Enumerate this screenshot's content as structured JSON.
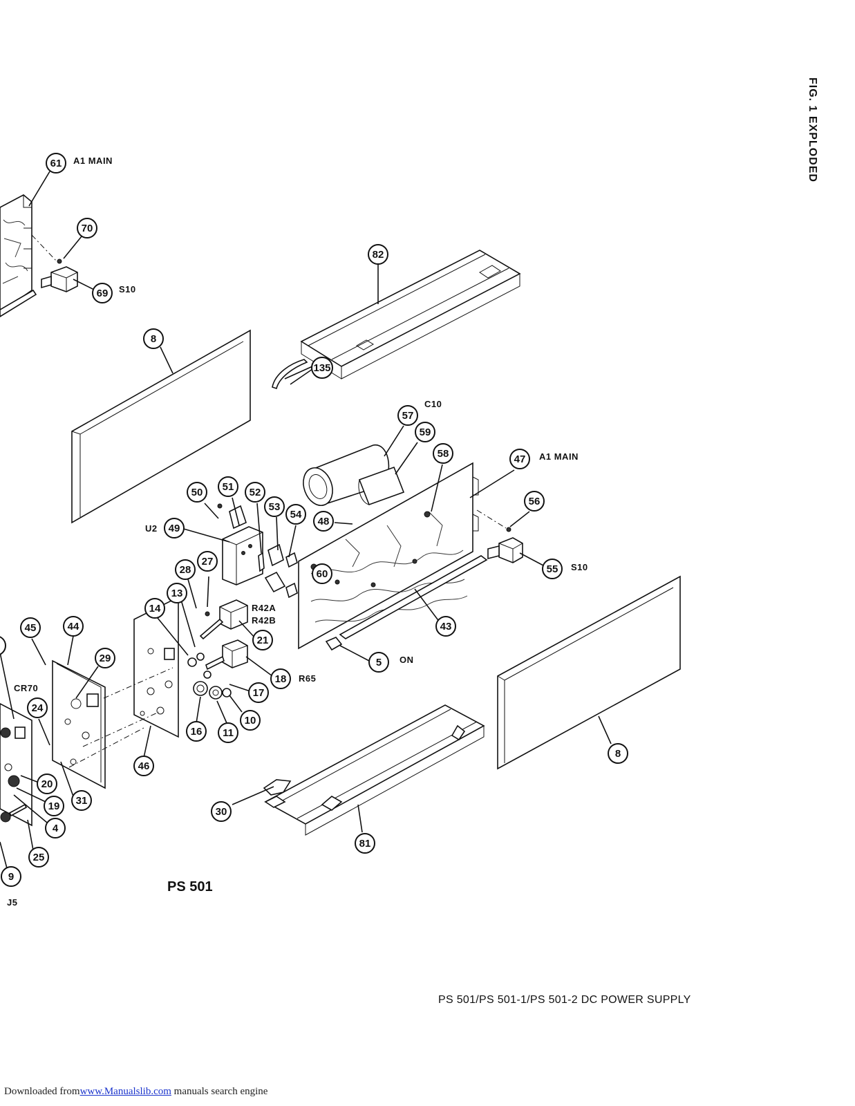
{
  "figure_title": "FIG. 1 EXPLODED",
  "model_label": "PS 501",
  "footer_title": "PS 501/PS 501-1/PS 501-2 DC POWER SUPPLY",
  "download": {
    "prefix": "Downloaded from",
    "link": "www.Manualslib.com",
    "suffix": " manuals search engine"
  },
  "ref_labels": {
    "a1_main_top": "A1 MAIN",
    "s10_top": "S10",
    "c10": "C10",
    "a1_main_right": "A1 MAIN",
    "u2": "U2",
    "s10_right": "S10",
    "r42a": "R42A",
    "r42b": "R42B",
    "r65": "R65",
    "on": "ON",
    "cr70": "CR70",
    "j5": "J5"
  },
  "callouts": {
    "c61": "61",
    "c70": "70",
    "c69": "69",
    "c82": "82",
    "c8_left": "8",
    "c135": "135",
    "c57": "57",
    "c59": "59",
    "c58": "58",
    "c47": "47",
    "c56": "56",
    "c55": "55",
    "c50": "50",
    "c51": "51",
    "c52": "52",
    "c53": "53",
    "c54": "54",
    "c49": "49",
    "c48": "48",
    "c60": "60",
    "c28": "28",
    "c27": "27",
    "c13": "13",
    "c14": "14",
    "c21": "21",
    "c18": "18",
    "c43": "43",
    "c5": "5",
    "c45": "45",
    "c44": "44",
    "c29": "29",
    "c24": "24",
    "c17": "17",
    "c10": "10",
    "c11": "11",
    "c16": "16",
    "c46": "46",
    "c20": "20",
    "c19": "19",
    "c31": "31",
    "c4": "4",
    "c25": "25",
    "c9": "9",
    "c8_right": "8",
    "c30": "30",
    "c81": "81"
  }
}
